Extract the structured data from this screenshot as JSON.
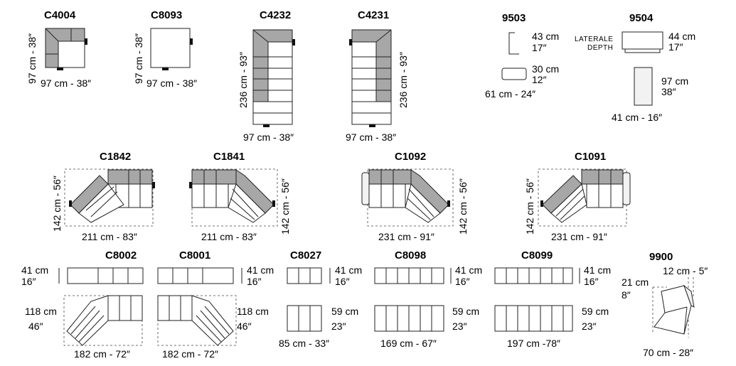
{
  "modules": {
    "c4004": {
      "code": "C4004",
      "side": "97 cm - 38″",
      "bottom": "97 cm - 38″"
    },
    "c8093": {
      "code": "C8093",
      "side": "97 cm - 38″",
      "bottom": "97 cm - 38″"
    },
    "c4232": {
      "code": "C4232",
      "side": "236 cm - 93″",
      "bottom": "97 cm - 38″"
    },
    "c4231": {
      "code": "C4231",
      "side": "236 cm - 93″",
      "bottom": "97 cm - 38″"
    },
    "m9503": {
      "code": "9503",
      "top_cm": "43 cm",
      "top_in": "17″",
      "mid_cm": "30 cm",
      "mid_in": "12″",
      "bottom": "61 cm - 24″"
    },
    "m9504": {
      "code": "9504",
      "label1": "LATERALE",
      "label2": "DEPTH",
      "top_cm": "44 cm",
      "top_in": "17″",
      "side_cm": "97 cm",
      "side_in": "38″",
      "bottom": "41 cm - 16″"
    },
    "c1842": {
      "code": "C1842",
      "side": "142 cm - 56″",
      "bottom": "211 cm - 83″"
    },
    "c1841": {
      "code": "C1841",
      "side": "142 cm - 56″",
      "bottom": "211 cm - 83″"
    },
    "c1092": {
      "code": "C1092",
      "side": "142 cm - 56″",
      "bottom": "231 cm - 91″"
    },
    "c1091": {
      "code": "C1091",
      "side": "142 cm - 56″",
      "bottom": "231 cm - 91″"
    },
    "c8002": {
      "code": "C8002",
      "depth_cm": "41 cm",
      "depth_in": "16″",
      "side_cm": "118 cm",
      "side_in": "46″",
      "bottom": "182 cm - 72″"
    },
    "c8001": {
      "code": "C8001",
      "depth_cm": "41 cm",
      "depth_in": "16″",
      "side_cm": "118 cm",
      "side_in": "46″",
      "bottom": "182 cm - 72″"
    },
    "c8027": {
      "code": "C8027",
      "depth_cm": "41 cm",
      "depth_in": "16″",
      "side_cm": "59 cm",
      "side_in": "23″",
      "bottom": "85 cm - 33″"
    },
    "c8098": {
      "code": "C8098",
      "depth_cm": "41 cm",
      "depth_in": "16″",
      "side_cm": "59 cm",
      "side_in": "23″",
      "bottom": "169 cm - 67″"
    },
    "c8099": {
      "code": "C8099",
      "depth_cm": "41 cm",
      "depth_in": "16″",
      "side_cm": "59 cm",
      "side_in": "23″",
      "bottom": "197 cm -78″"
    },
    "m9900": {
      "code": "9900",
      "top": "12 cm - 5″",
      "left_cm": "21 cm",
      "left_in": "8″",
      "bottom": "70 cm - 28″"
    }
  },
  "colors": {
    "seat_grey": "#a7a7a7",
    "line": "#222222"
  }
}
